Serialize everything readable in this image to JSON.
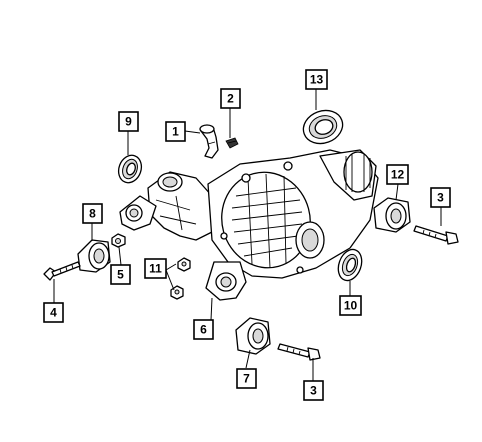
{
  "diagram": {
    "callouts": [
      {
        "id": "c1",
        "label": "1"
      },
      {
        "id": "c2",
        "label": "2"
      },
      {
        "id": "c3a",
        "label": "3"
      },
      {
        "id": "c3b",
        "label": "3"
      },
      {
        "id": "c4",
        "label": "4"
      },
      {
        "id": "c5",
        "label": "5"
      },
      {
        "id": "c6",
        "label": "6"
      },
      {
        "id": "c7",
        "label": "7"
      },
      {
        "id": "c8",
        "label": "8"
      },
      {
        "id": "c9",
        "label": "9"
      },
      {
        "id": "c10",
        "label": "10"
      },
      {
        "id": "c11",
        "label": "11"
      },
      {
        "id": "c12",
        "label": "12"
      },
      {
        "id": "c13",
        "label": "13"
      }
    ]
  }
}
